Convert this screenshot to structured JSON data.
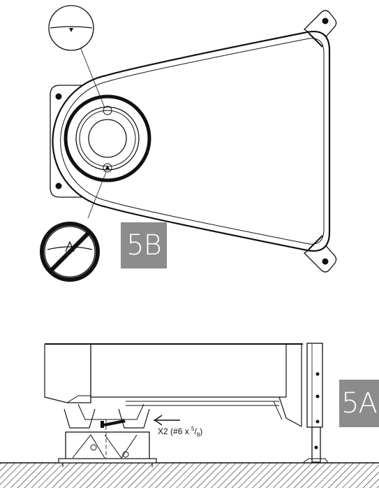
{
  "steps": {
    "top_view": "5B",
    "side_view": "5A"
  },
  "callout": {
    "quantity": "X2",
    "screw_prefix": "(#6 x ",
    "frac_num": "5",
    "frac_den": "8",
    "screw_suffix": ")"
  },
  "icons": [
    "detail-ok-icon",
    "prohibited-icon",
    "screw-icon",
    "arrow-left-icon"
  ]
}
